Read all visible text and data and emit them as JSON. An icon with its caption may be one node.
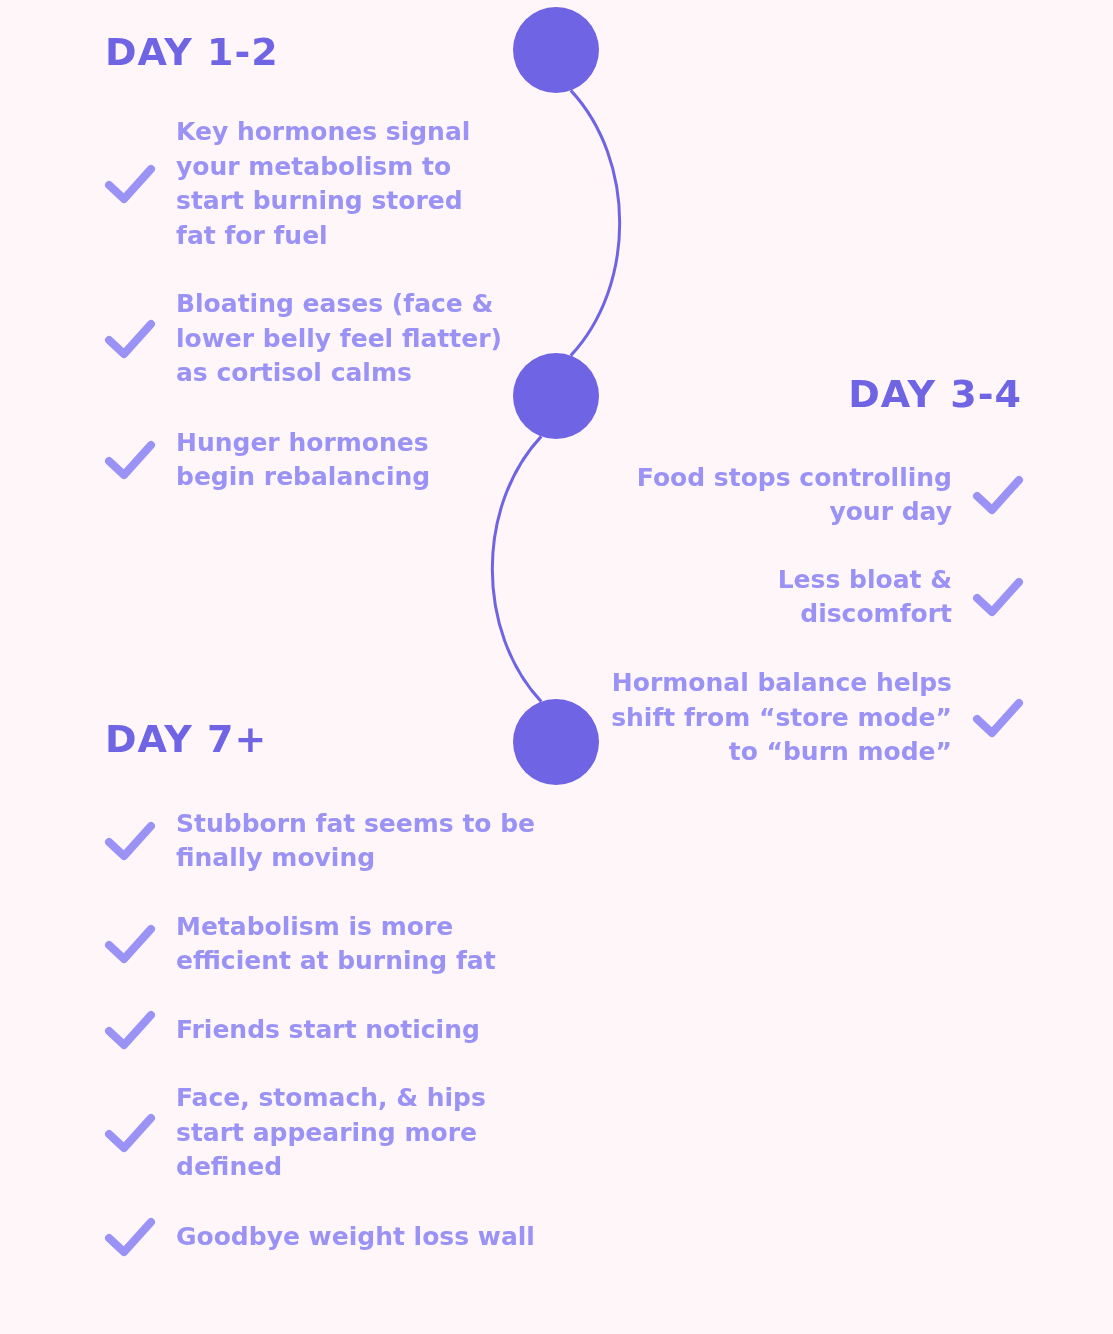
{
  "diagram": {
    "nodes": [
      {
        "text": [],
        "shape": "circle"
      },
      {
        "text": [],
        "shape": "circle"
      },
      {
        "text": [],
        "shape": "circle"
      }
    ],
    "edges": [
      {
        "from": 0,
        "to": 1,
        "arrow": "none"
      },
      {
        "from": 1,
        "to": 2,
        "arrow": "none"
      }
    ],
    "labels": [
      "DAY 1-2",
      "Key hormones signal your metabolism to start burning stored fat for fuel",
      "Bloating eases (face & lower belly feel flatter) as cortisol calms",
      "Hunger hormones begin rebalancing",
      "DAY 3-4",
      "Food stops controlling your day",
      "Less bloat & discomfort",
      "Hormonal balance helps shift from “store mode” to “burn mode”",
      "DAY 7+",
      "Stubborn fat seems to be finally moving",
      "Metabolism is more efficient at burning fat",
      "Friends start noticing",
      "Face, stomach, & hips start appearing more defined",
      "Goodbye weight loss wall"
    ]
  }
}
